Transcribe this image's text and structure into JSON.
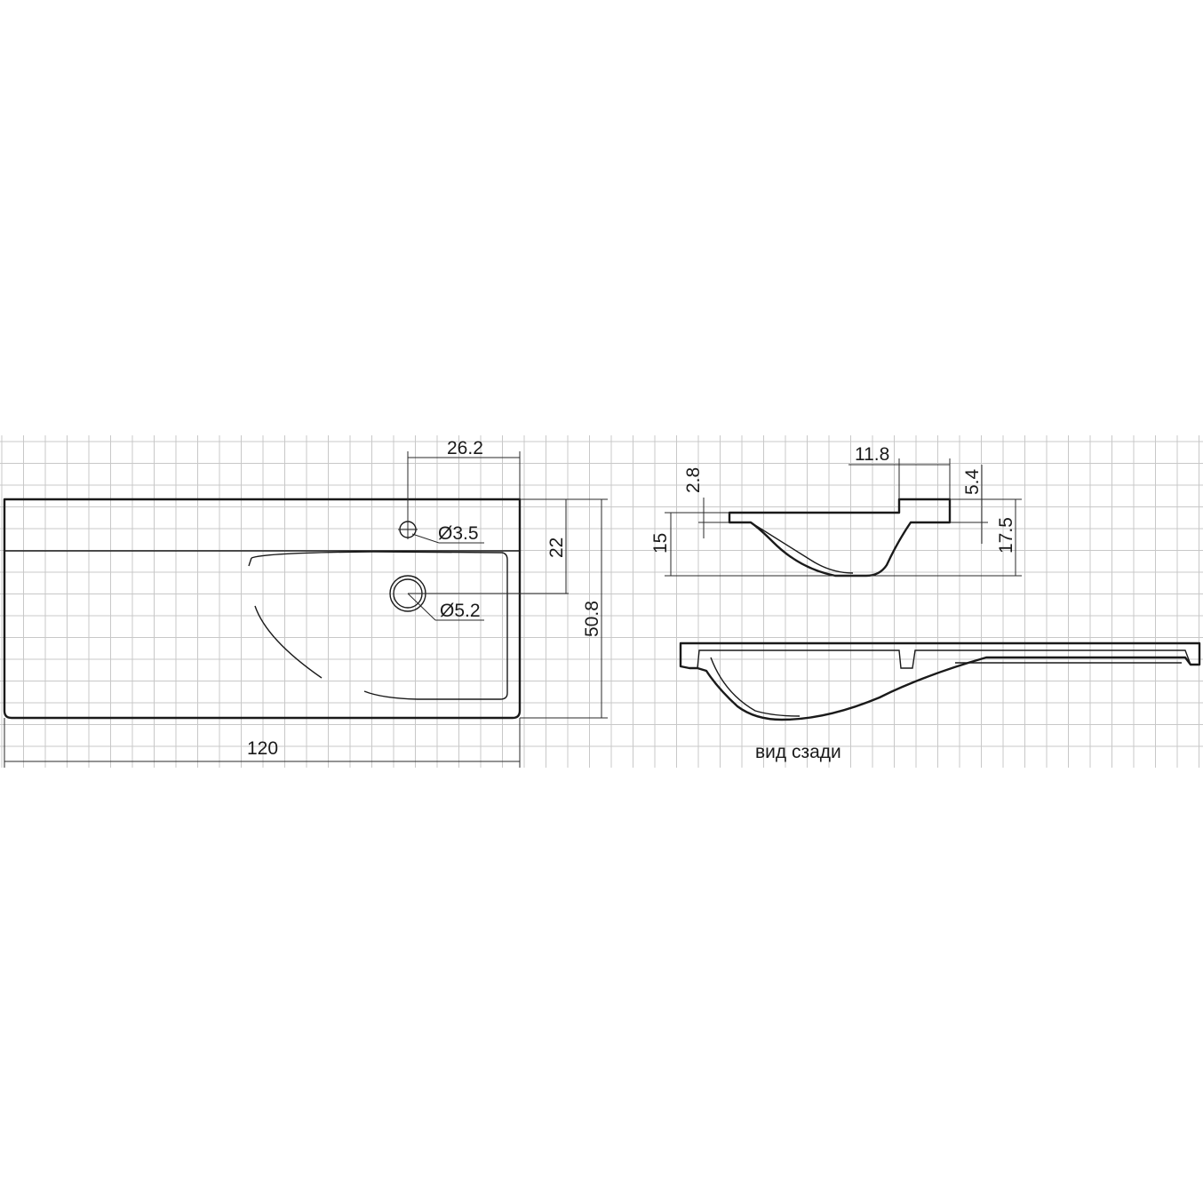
{
  "top_view": {
    "dimensions": {
      "overall_width": "120",
      "overall_depth": "50.8",
      "tap_hole_offset": "26.2",
      "drain_offset": "22",
      "tap_hole_diameter": "Ø3.5",
      "drain_diameter": "Ø5.2"
    }
  },
  "side_view": {
    "dimensions": {
      "rim_thickness": "2.8",
      "basin_depth": "15",
      "ledge_width": "11.8",
      "ledge_height": "5.4",
      "total_height": "17.5"
    }
  },
  "rear_view": {
    "caption": "вид сзади"
  }
}
